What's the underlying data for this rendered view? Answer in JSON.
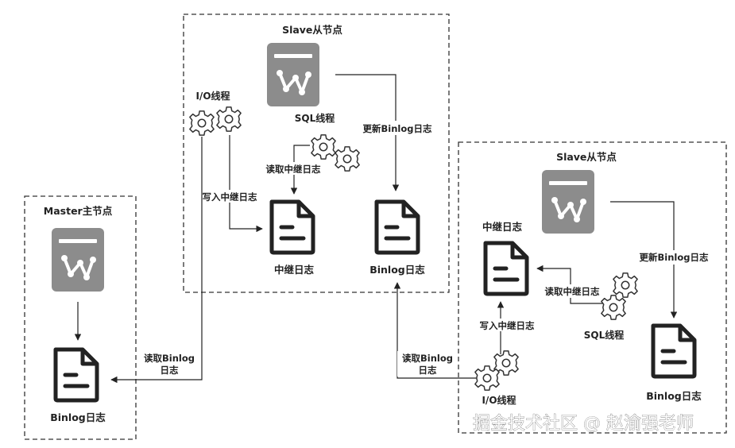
{
  "colors": {
    "server_fill": "#8c8c8c",
    "doc_stroke": "#222222",
    "line": "#222222",
    "box_border": "#333333"
  },
  "master": {
    "title": "Master主节点",
    "binlog_label": "Binlog日志"
  },
  "slave_top": {
    "title": "Slave从节点",
    "io_thread": "I/O线程",
    "sql_thread": "SQL线程",
    "update_binlog": "更新Binlog日志",
    "read_relay": "读取中继日志",
    "write_relay": "写入中继日志",
    "relay_log": "中继日志",
    "binlog_label": "Binlog日志"
  },
  "slave_right": {
    "title": "Slave从节点",
    "relay_log": "中继日志",
    "update_binlog": "更新Binlog日志",
    "read_relay": "读取中继日志",
    "write_relay": "写入中继日志",
    "sql_thread": "SQL线程",
    "io_thread": "I/O线程",
    "binlog_label": "Binlog日志"
  },
  "edges": {
    "read_binlog_master": [
      "读取Binlog",
      "日志"
    ],
    "read_binlog_slave": [
      "读取Binlog",
      "日志"
    ]
  },
  "watermark": "掘金技术社区 @ 赵渝强老师"
}
